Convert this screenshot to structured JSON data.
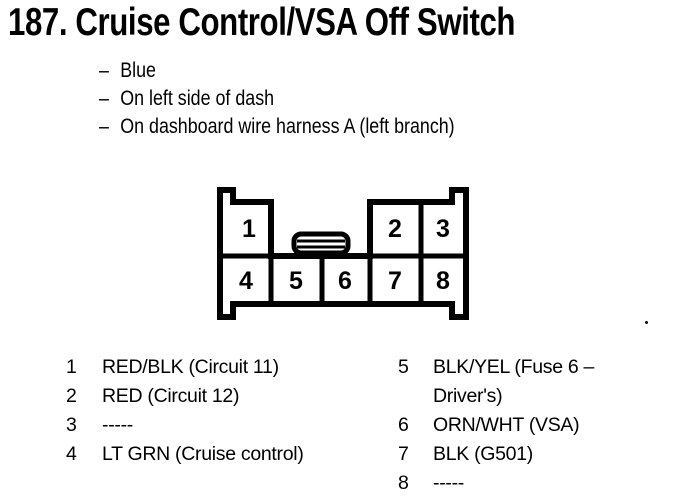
{
  "page": {
    "title": "187. Cruise Control/VSA Off Switch"
  },
  "notes": {
    "bullet": "–",
    "items": [
      "Blue",
      "On left side of dash",
      "On dashboard wire harness A (left branch)"
    ]
  },
  "connector": {
    "pins": [
      "1",
      "2",
      "3",
      "4",
      "5",
      "6",
      "7",
      "8"
    ]
  },
  "legend": {
    "left": [
      {
        "pin": "1",
        "label": "RED/BLK (Circuit 11)"
      },
      {
        "pin": "2",
        "label": "RED (Circuit 12)"
      },
      {
        "pin": "3",
        "label": "-----"
      },
      {
        "pin": "4",
        "label": "LT GRN (Cruise control)"
      }
    ],
    "right": [
      {
        "pin": "5",
        "label": "BLK/YEL (Fuse 6 –\nDriver's)"
      },
      {
        "pin": "6",
        "label": "ORN/WHT (VSA)"
      },
      {
        "pin": "7",
        "label": "BLK (G501)"
      },
      {
        "pin": "8",
        "label": "-----"
      }
    ]
  },
  "colors": {
    "ink": "#000000",
    "paper": "#ffffff"
  }
}
